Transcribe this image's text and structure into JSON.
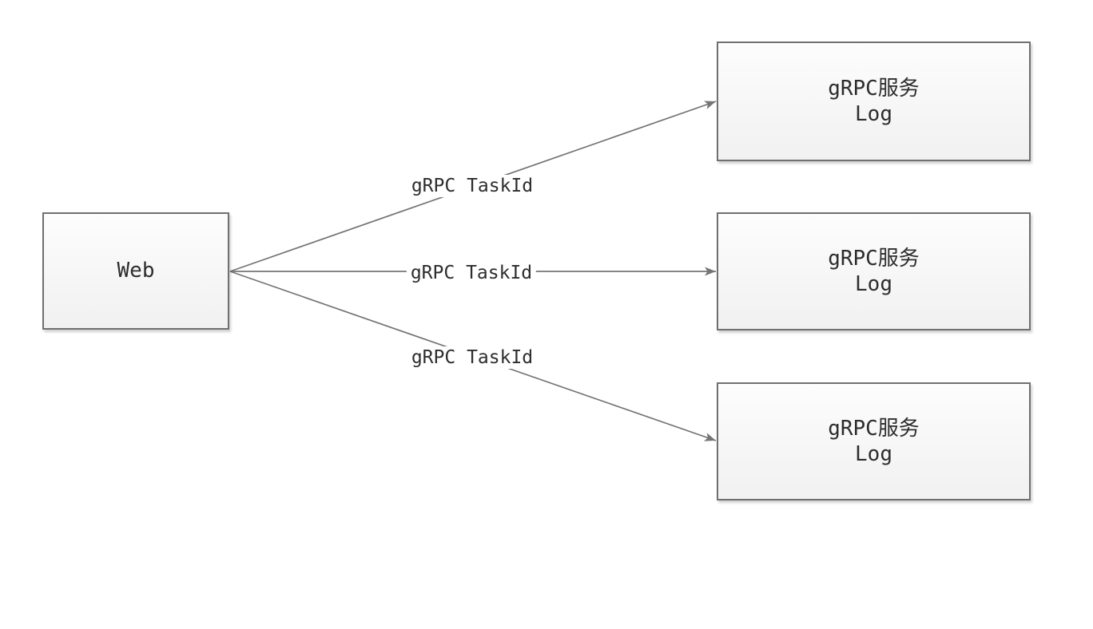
{
  "diagram": {
    "nodes": [
      {
        "id": "web",
        "label": "Web"
      },
      {
        "id": "grpc-service-1",
        "title": "gRPC服务",
        "subtitle": "Log"
      },
      {
        "id": "grpc-service-2",
        "title": "gRPC服务",
        "subtitle": "Log"
      },
      {
        "id": "grpc-service-3",
        "title": "gRPC服务",
        "subtitle": "Log"
      }
    ],
    "edges": [
      {
        "from": "web",
        "to": "grpc-service-1",
        "label": "gRPC TaskId"
      },
      {
        "from": "web",
        "to": "grpc-service-2",
        "label": "gRPC TaskId"
      },
      {
        "from": "web",
        "to": "grpc-service-3",
        "label": "gRPC TaskId"
      }
    ],
    "colors": {
      "background": "#ffffff",
      "node_border": "#707070",
      "node_fill_top": "#fdfdfd",
      "node_fill_bottom": "#f1f1f1",
      "edge_line": "#757575",
      "text": "#2d2d2d"
    }
  }
}
